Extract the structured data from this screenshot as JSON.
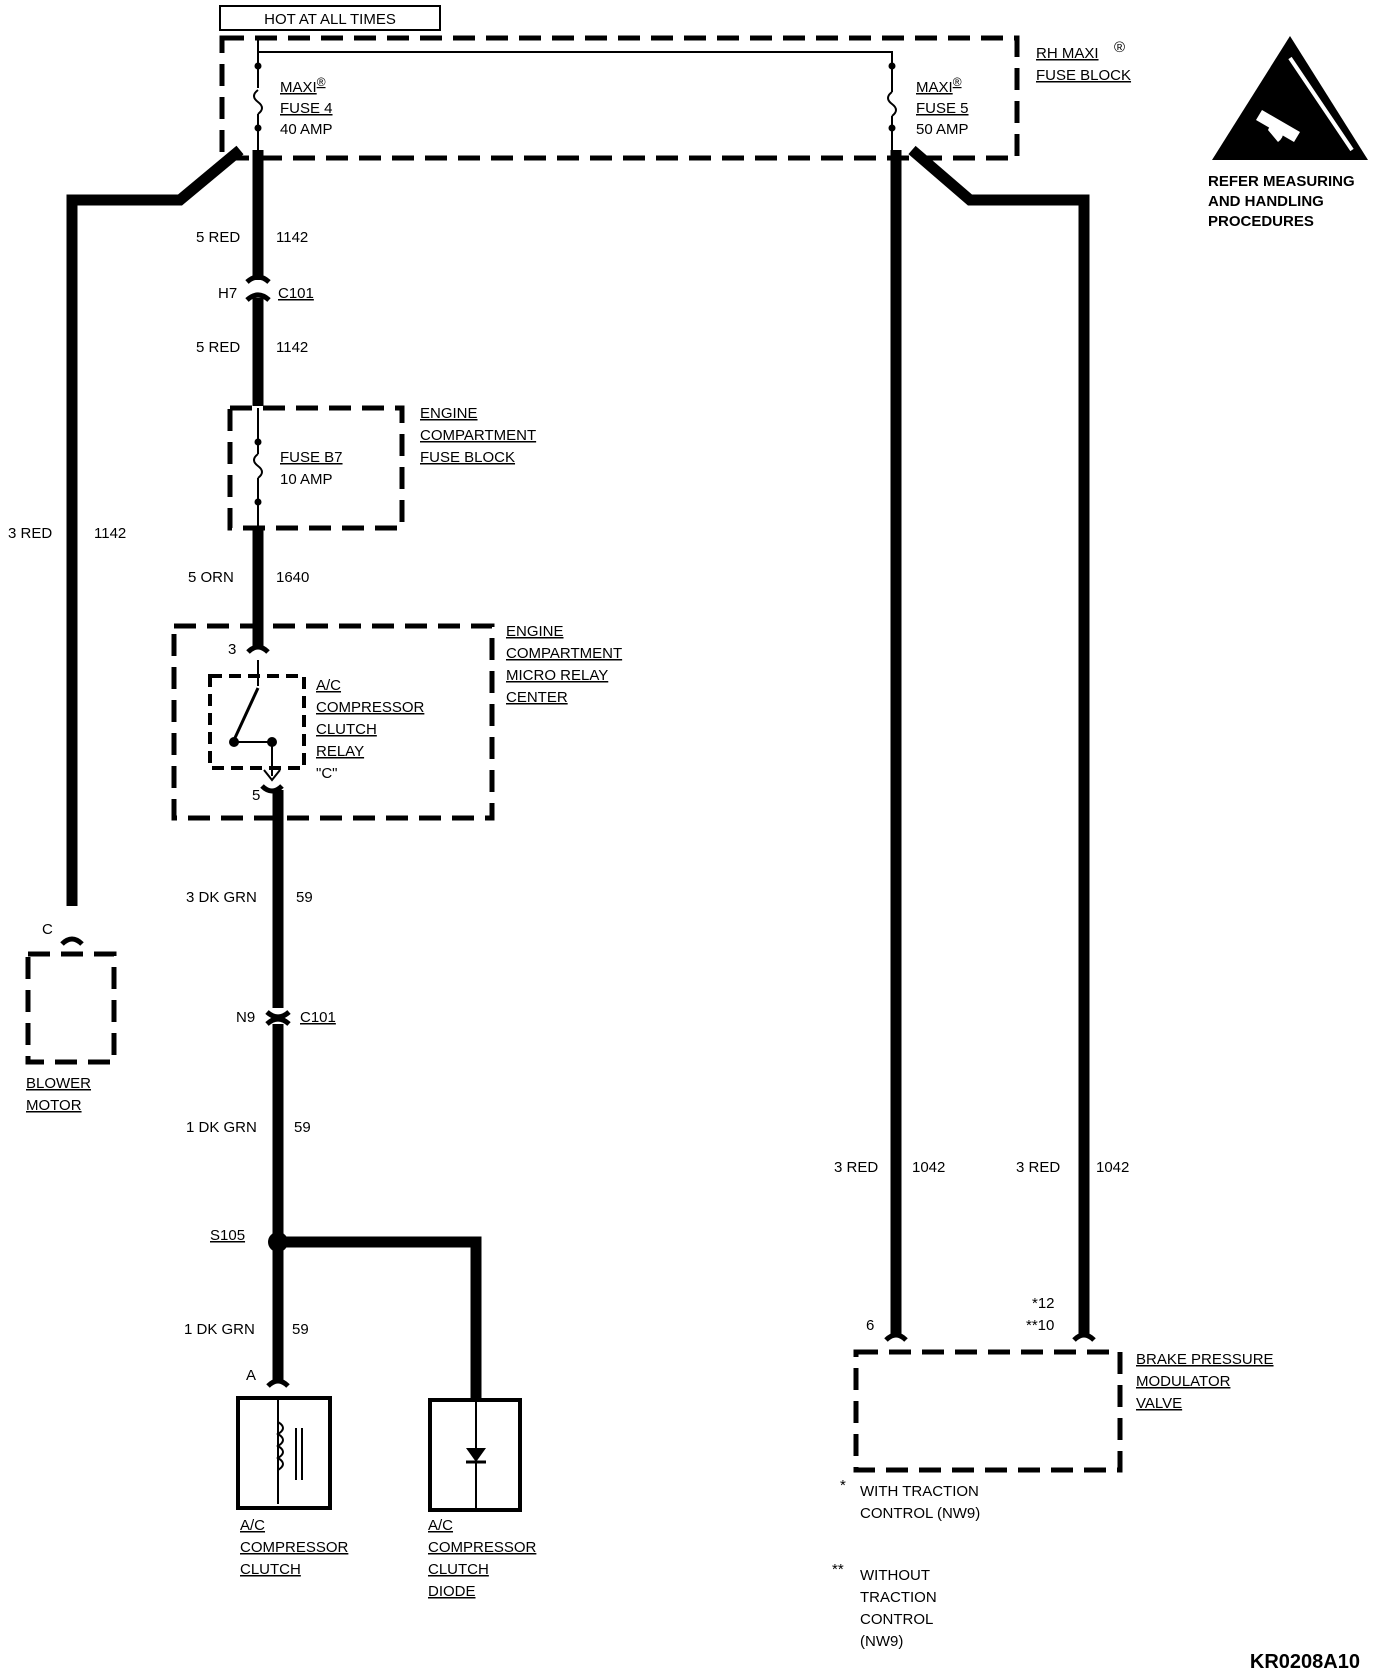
{
  "hot_label": "HOT AT ALL TIMES",
  "rh_fuse_block": {
    "line1": "RH MAXI",
    "reg": "®",
    "line2": "FUSE BLOCK"
  },
  "fuse4": {
    "line1": "MAXI",
    "reg": "®",
    "line2": "FUSE 4",
    "line3": "40 AMP"
  },
  "fuse5": {
    "line1": "MAXI",
    "reg": "®",
    "line2": "FUSE 5",
    "line3": "50 AMP"
  },
  "esd": {
    "line1": "REFER MEASURING",
    "line2": "AND HANDLING",
    "line3": "PROCEDURES"
  },
  "wire_top_a": {
    "gauge": "5 RED",
    "circuit": "1142"
  },
  "c101_top": {
    "pin": "H7",
    "name": "C101"
  },
  "wire_top_b": {
    "gauge": "5 RED",
    "circuit": "1142"
  },
  "fuse_block_ec": {
    "line1": "ENGINE",
    "line2": "COMPARTMENT",
    "line3": "FUSE BLOCK"
  },
  "fuse_b7": {
    "line1": "FUSE B7",
    "line2": "10 AMP"
  },
  "wire_left": {
    "gauge": "3 RED",
    "circuit": "1142"
  },
  "wire_orn": {
    "gauge": "5 ORN",
    "circuit": "1640"
  },
  "relay_center": {
    "line1": "ENGINE",
    "line2": "COMPARTMENT",
    "line3": "MICRO RELAY",
    "line4": "CENTER"
  },
  "relay": {
    "pin_in": "3",
    "pin_out": "5",
    "line1": "A/C",
    "line2": "COMPRESSOR",
    "line3": "CLUTCH",
    "line4": "RELAY",
    "line5": "\"C\""
  },
  "wire_dkgrn_3": {
    "gauge": "3 DK GRN",
    "circuit": "59"
  },
  "blower": {
    "pin": "C",
    "line1": "BLOWER",
    "line2": "MOTOR"
  },
  "c101_mid": {
    "pin": "N9",
    "name": "C101"
  },
  "wire_dkgrn_1a": {
    "gauge": "1 DK GRN",
    "circuit": "59"
  },
  "splice": {
    "name": "S105"
  },
  "wire_dkgrn_1b": {
    "gauge": "1 DK GRN",
    "circuit": "59"
  },
  "clutch": {
    "pin": "A",
    "line1": "A/C",
    "line2": "COMPRESSOR",
    "line3": "CLUTCH"
  },
  "diode": {
    "line1": "A/C",
    "line2": "COMPRESSOR",
    "line3": "CLUTCH",
    "line4": "DIODE"
  },
  "wire_right_a": {
    "gauge": "3 RED",
    "circuit": "1042"
  },
  "wire_right_b": {
    "gauge": "3 RED",
    "circuit": "1042"
  },
  "bpmv": {
    "pin_a": "6",
    "pin_b1": "*12",
    "pin_b2": "**10",
    "line1": "BRAKE PRESSURE",
    "line2": "MODULATOR",
    "line3": "VALVE"
  },
  "note1": {
    "mark": "*",
    "line1": "WITH TRACTION",
    "line2": "CONTROL (NW9)"
  },
  "note2": {
    "mark": "**",
    "line1": "WITHOUT",
    "line2": "TRACTION",
    "line3": "CONTROL",
    "line4": "(NW9)"
  },
  "figure_id": "KR0208A10"
}
